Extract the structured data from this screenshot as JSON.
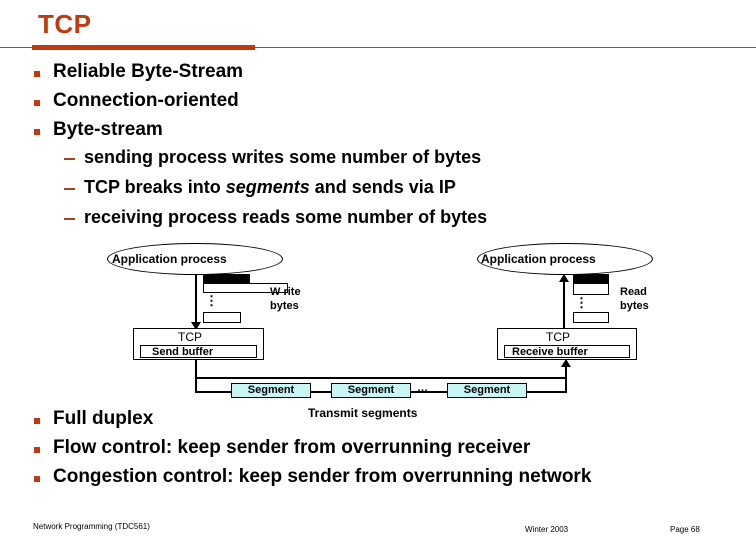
{
  "slide": {
    "title": "TCP",
    "accent_color": "#c0390f",
    "rule_color": "#a04a28"
  },
  "bullets": [
    {
      "text": "Reliable Byte-Stream"
    },
    {
      "text": "Connection-oriented"
    },
    {
      "text": "Byte-stream"
    }
  ],
  "sub_bullets": [
    {
      "pre": "sending process writes some number of bytes",
      "italic": "",
      "post": ""
    },
    {
      "pre": "TCP breaks into ",
      "italic": "segments",
      "post": " and sends via IP"
    },
    {
      "pre": "receiving process reads some number of bytes",
      "italic": "",
      "post": ""
    }
  ],
  "bullets_lower": [
    {
      "text": "Full duplex"
    },
    {
      "text": "Flow control: keep sender from overrunning receiver"
    },
    {
      "text": "Congestion control: keep sender from overrunning network"
    }
  ],
  "diagram": {
    "sender": {
      "app_label": "Application process",
      "bytes_label_line1": "W rite",
      "bytes_label_line2": "bytes",
      "tcp_label": "TCP",
      "buffer_label": "Send buffer",
      "dots": "⋮"
    },
    "receiver": {
      "app_label": "Application process",
      "bytes_label_line1": "Read",
      "bytes_label_line2": "bytes",
      "tcp_label": "TCP",
      "buffer_label": "Receive buffer",
      "dots": "⋮"
    },
    "channel": {
      "segment_label": "Segment",
      "segments": [
        "Segment",
        "Segment",
        "Segment"
      ],
      "ellipsis": "…",
      "caption": "Transmit segments",
      "segment_color": "#c8f5f5"
    }
  },
  "footer": {
    "left": "Network Programming (TDC561)",
    "center": "Winter 2003",
    "right": "Page 68"
  }
}
